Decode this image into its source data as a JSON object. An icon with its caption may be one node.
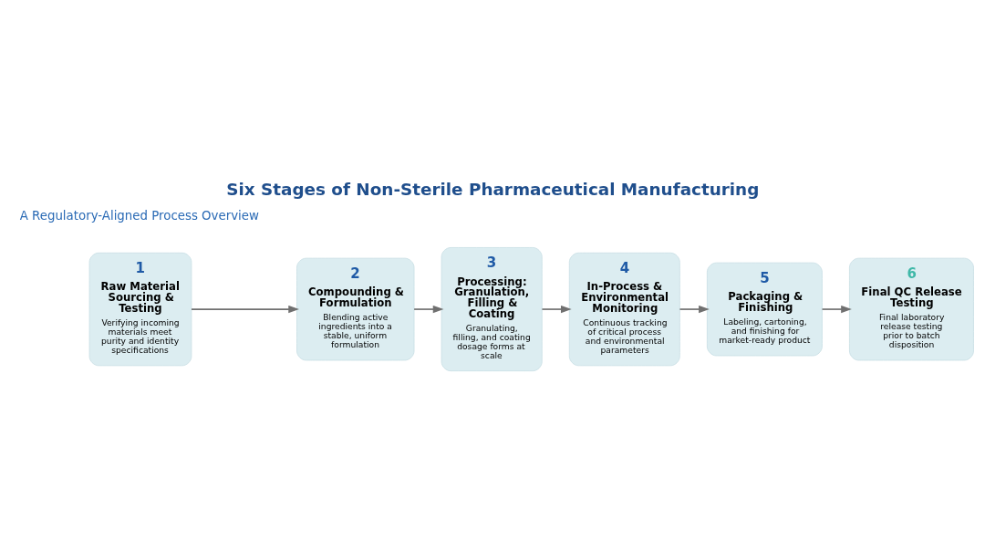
{
  "diagram": {
    "title": "Six Stages of Non-Sterile Pharmaceutical Manufacturing",
    "nodes": [
      {
        "text": [
          "1",
          "Raw Material Sourcing & Testing",
          "Verifying incoming materials meet purity and identity specifications"
        ]
      },
      {
        "text": [
          "2",
          "Compounding & Formulation",
          "Blending active ingredients into a stable, uniform formulation"
        ]
      },
      {
        "text": [
          "3",
          "Processing: Granulation, Filling & Coating",
          "Granulating, filling, and coating dosage forms at scale"
        ]
      },
      {
        "text": [
          "4",
          "In-Process & Environmental Monitoring",
          "Continuous tracking of critical process and environmental parameters"
        ]
      },
      {
        "text": [
          "5",
          "Packaging & Finishing",
          "Labeling, cartoning, and finishing for market-ready product"
        ]
      },
      {
        "text": [
          "6",
          "Final QC Release Testing",
          "Final laboratory release testing prior to batch disposition"
        ]
      }
    ],
    "edges": [
      {
        "from": 0,
        "to": 1,
        "arrow": "to"
      },
      {
        "from": 1,
        "to": 2,
        "arrow": "to"
      },
      {
        "from": 2,
        "to": 3,
        "arrow": "to"
      },
      {
        "from": 3,
        "to": 4,
        "arrow": "to"
      },
      {
        "from": 4,
        "to": 5,
        "arrow": "to"
      }
    ],
    "labels": [
      "A Regulatory-Aligned Process Overview"
    ]
  }
}
